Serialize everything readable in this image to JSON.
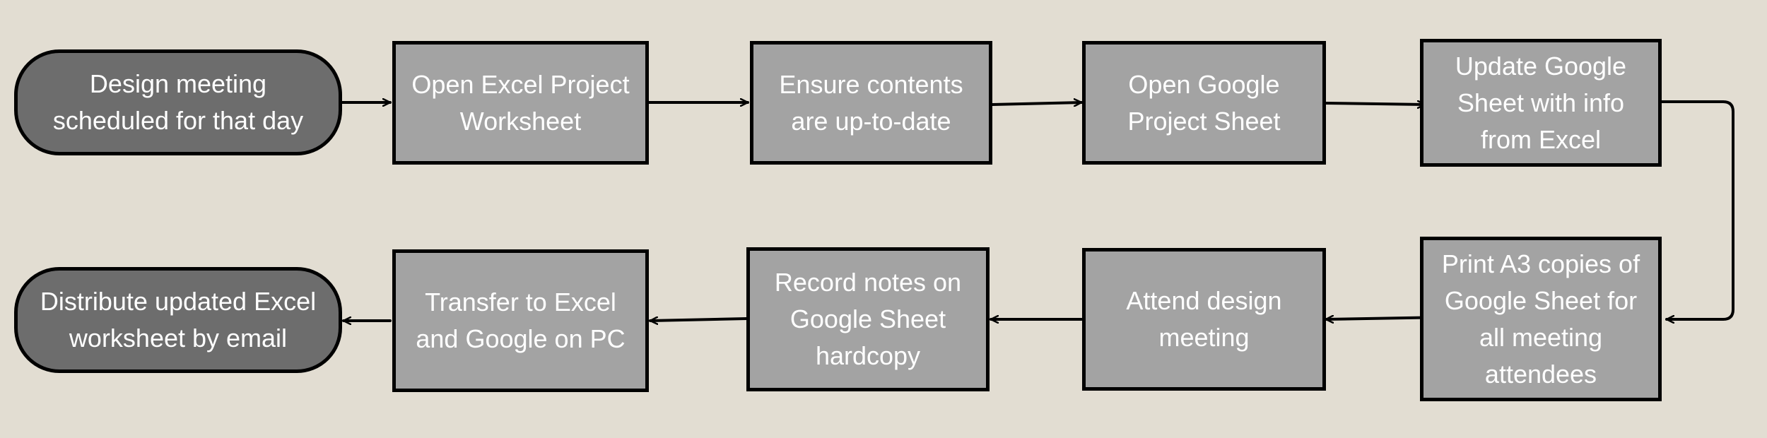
{
  "diagram": {
    "background": "#e2ddd2",
    "process_fill": "#a3a3a3",
    "terminal_fill": "#6d6d6d",
    "border_color": "#000000",
    "text_color": "#ffffff",
    "nodes": {
      "start": "Design meeting\nscheduled for that day",
      "open_excel": "Open Excel Project\nWorksheet",
      "ensure_contents": "Ensure contents\nare up-to-date",
      "open_google": "Open Google\nProject Sheet",
      "update_google": "Update Google\nSheet with info\nfrom Excel",
      "print_copies": "Print A3 copies of\nGoogle Sheet for\nall meeting\nattendees",
      "attend_meeting": "Attend design\nmeeting",
      "record_notes": "Record notes on\nGoogle Sheet\nhardcopy",
      "transfer": "Transfer to Excel\nand Google on PC",
      "end": "Distribute updated Excel\nworksheet by email"
    }
  }
}
